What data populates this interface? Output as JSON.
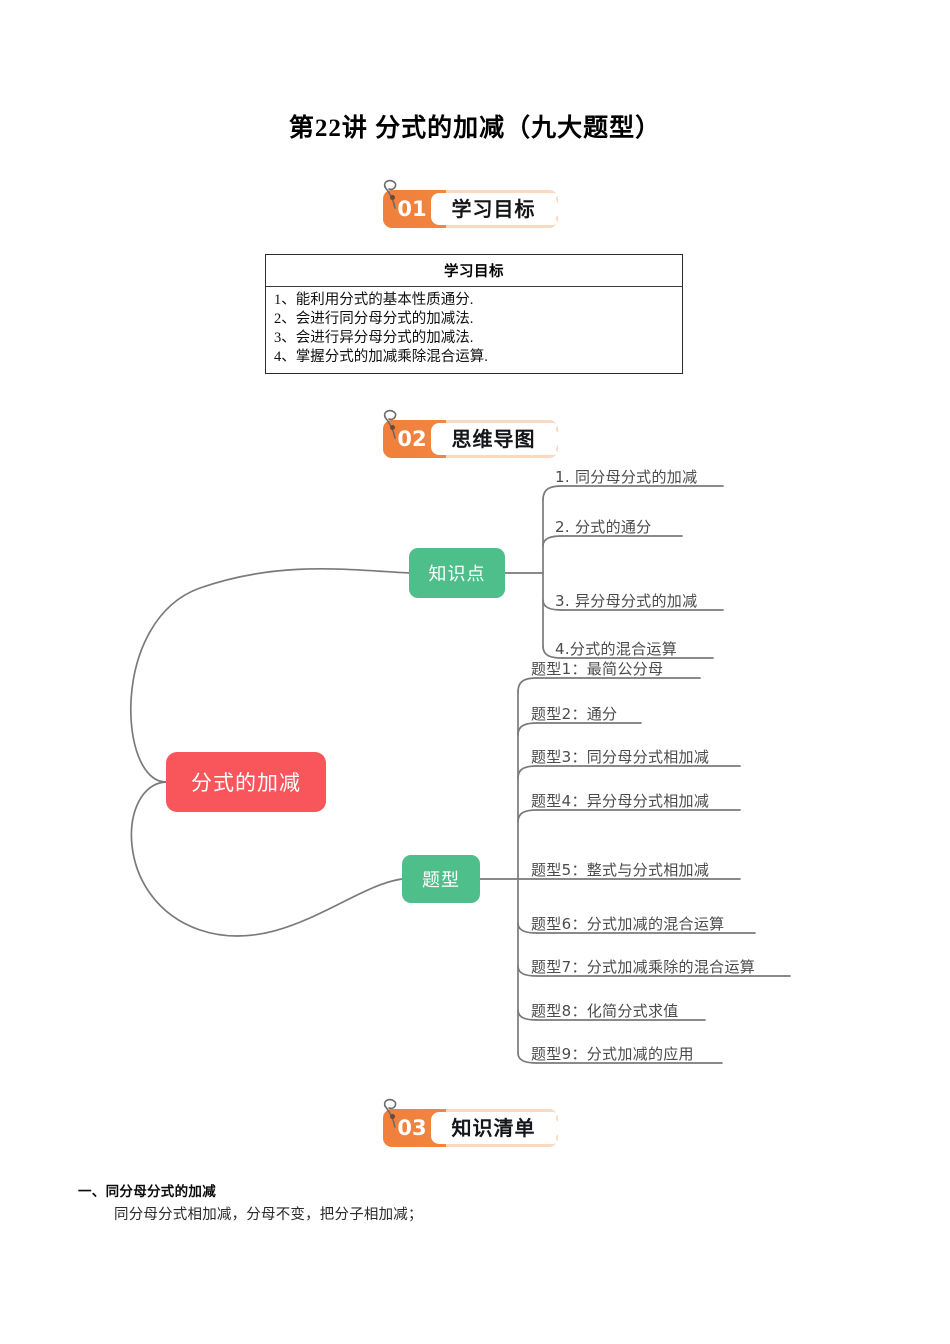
{
  "document": {
    "title": "第22讲 分式的加减（九大题型）"
  },
  "sections": [
    {
      "number": "01",
      "label": "学习目标"
    },
    {
      "number": "02",
      "label": "思维导图"
    },
    {
      "number": "03",
      "label": "知识清单"
    }
  ],
  "objectives_table": {
    "header": "学习目标",
    "rows": [
      "1、能利用分式的基本性质通分.",
      "2、会进行同分母分式的加减法.",
      "3、会进行异分母分式的加减法.",
      "4、掌握分式的加减乘除混合运算."
    ]
  },
  "mindmap": {
    "root": "分式的加减",
    "colors": {
      "root": "#F9565B",
      "branch": "#4EBF8B",
      "connector": "#7a7a7a",
      "leaf_text": "#4b4b4b"
    },
    "branches": [
      {
        "label": "知识点",
        "items": [
          "1. 同分母分式的加减",
          "2. 分式的通分",
          "3. 异分母分式的加减",
          "4.分式的混合运算"
        ]
      },
      {
        "label": "题型",
        "items": [
          "题型1：最简公分母",
          "题型2：通分",
          "题型3：同分母分式相加减",
          "题型4：异分母分式相加减",
          "题型5：整式与分式相加减",
          "题型6：分式加减的混合运算",
          "题型7：分式加减乘除的混合运算",
          "题型8：化简分式求值",
          "题型9：分式加减的应用"
        ]
      }
    ]
  },
  "knowledge_list": {
    "heading": "一、同分母分式的加减",
    "body": "同分母分式相加减，分母不变，把分子相加减；"
  },
  "icons": {
    "sprout": "sprout-curl-icon"
  }
}
